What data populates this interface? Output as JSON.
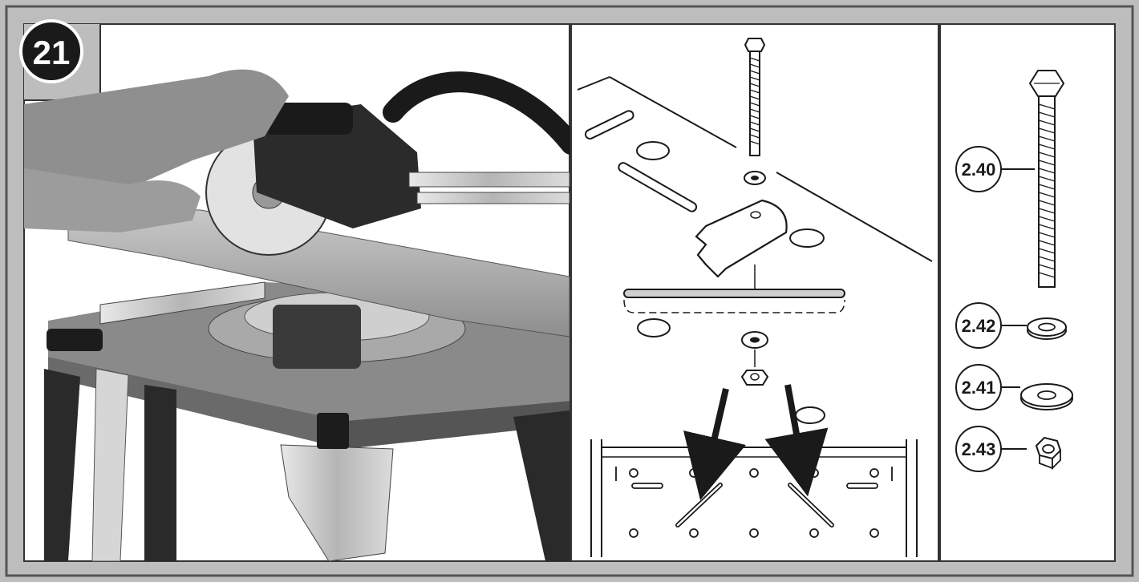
{
  "figure": {
    "step_number": "21",
    "frame_color": "#bdbdbd",
    "badge_color": "#1a1a1a"
  },
  "parts": [
    {
      "label": "2.40",
      "icon": "bolt-icon"
    },
    {
      "label": "2.42",
      "icon": "small-washer-icon"
    },
    {
      "label": "2.41",
      "icon": "large-washer-icon"
    },
    {
      "label": "2.43",
      "icon": "hex-nut-icon"
    }
  ]
}
